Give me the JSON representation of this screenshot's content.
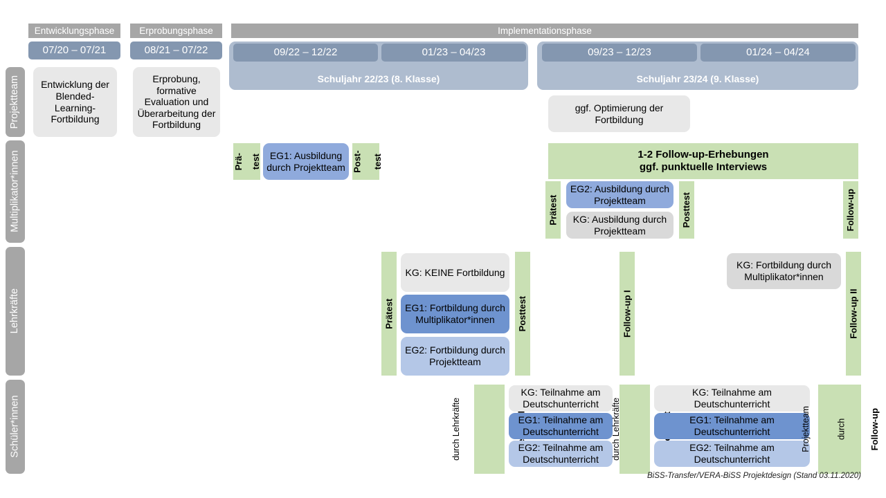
{
  "title": "BiSS-Transfer/VERA-BiSS Projektdesign",
  "colors": {
    "phase_gray": "#a6a6a6",
    "date_blue": "#8497b0",
    "year_blue": "#aebccf",
    "green": "#c9e0b4",
    "box_gray": "#e8e8e8",
    "flat_gray": "#d9d9d9",
    "blue_mid": "#8faadc",
    "blue_dark": "#6e93cf",
    "blue_light": "#b4c7e7"
  },
  "phases": [
    {
      "label": "Entwicklungsphase"
    },
    {
      "label": "Erprobungsphase"
    },
    {
      "label": "Implementationsphase"
    }
  ],
  "periods": [
    {
      "label": "07/20 – 07/21"
    },
    {
      "label": "08/21 – 07/22"
    },
    {
      "label": "09/22 – 12/22"
    },
    {
      "label": "01/23 – 04/23"
    },
    {
      "label": "09/23 – 12/23"
    },
    {
      "label": "01/24 – 04/24"
    }
  ],
  "school_years": [
    {
      "label": "Schuljahr 22/23 (8. Klasse)"
    },
    {
      "label": "Schuljahr 23/24 (9. Klasse)"
    }
  ],
  "rows": [
    {
      "label": "Projektteam"
    },
    {
      "label": "Multiplikator*innen"
    },
    {
      "label": "Lehrkräfte"
    },
    {
      "label": "Schüler*innen"
    }
  ],
  "projektteam": {
    "entwicklung": "Entwicklung der Blended-Learning-Fortbildung",
    "erprobung": "Erprobung, formative Evaluation und Überarbeitung der Fortbildung",
    "optimierung": "ggf. Optimierung der Fortbildung"
  },
  "multiplikatoren": {
    "praetest_short_l1": "Prä-",
    "praetest_short_l2": "test",
    "posttest_short_l1": "Post-",
    "posttest_short_l2": "test",
    "eg1": "EG1: Ausbildung durch Projektteam",
    "followup_banner_l1": "1-2 Follow-up-Erhebungen",
    "followup_banner_l2": "ggf. punktuelle Interviews",
    "praetest": "Prätest",
    "posttest": "Posttest",
    "followup": "Follow-up",
    "eg2": "EG2: Ausbildung durch Projektteam",
    "kg": "KG: Ausbildung durch Projektteam"
  },
  "lehrkraefte": {
    "praetest": "Prätest",
    "posttest": "Posttest",
    "followup_1": "Follow-up I",
    "followup_2": "Follow-up II",
    "kg_keine": "KG:  KEINE Fortbildung",
    "eg1": "EG1: Fortbildung durch Multiplikator*innen",
    "eg2": "EG2: Fortbildung durch Projektteam",
    "kg_fortbildung": "KG: Fortbildung durch Multiplikator*innen"
  },
  "schueler": {
    "praetest_main": "Prätest (VERA)",
    "praetest_sub": "durch Lehrkräfte",
    "posttest_main": "Posttest",
    "posttest_sub": "durch Lehrkräfte",
    "followup_main": "Follow-up",
    "followup_sub_l1": "durch",
    "followup_sub_l2": "Projektteam",
    "kg_1": "KG: Teilnahme am Deutschunterricht",
    "eg1_1": "EG1: Teilnahme am Deutschunterricht",
    "eg2_1": "EG2: Teilnahme am Deutschunterricht",
    "kg_2": "KG: Teilnahme am Deutschunterricht",
    "eg1_2": "EG1: Teilnahme am Deutschunterricht",
    "eg2_2": "EG2: Teilnahme am Deutschunterricht"
  },
  "footer": "BiSS-Transfer/VERA-BiSS Projektdesign (Stand 03.11.2020)"
}
